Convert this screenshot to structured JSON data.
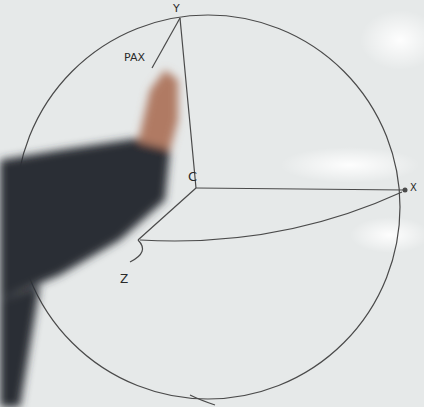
{
  "diagram": {
    "labels": [
      "Y",
      "PAX",
      "C",
      "X",
      "Z"
    ]
  }
}
